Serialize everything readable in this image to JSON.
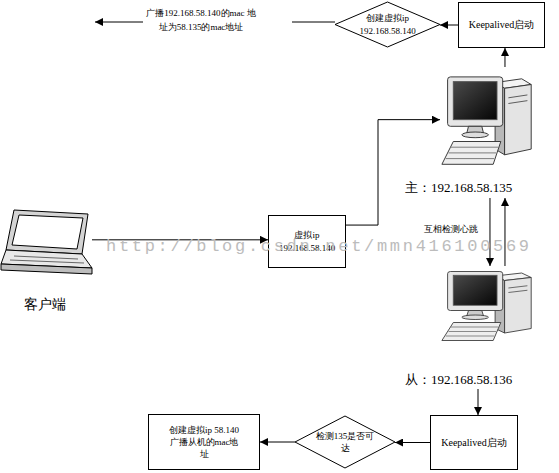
{
  "diagram": {
    "nodes": [
      {
        "text": [
          "创建虚拟ip 192.168.58.140"
        ]
      },
      {
        "text": [
          "Keepalived启动"
        ]
      },
      {
        "text": [
          "主：192.168.58.135"
        ]
      },
      {
        "text": [
          "客户端"
        ]
      },
      {
        "text": [
          "虚拟ip 192.168.58.140"
        ]
      },
      {
        "text": [
          "从：192.168.58.136"
        ]
      },
      {
        "text": [
          "创建虚拟ip 58.140 广播从机的mac地址"
        ]
      },
      {
        "text": [
          "检测135是否可达"
        ]
      },
      {
        "text": [
          "Keepalived启动"
        ]
      }
    ],
    "edges": [
      {
        "from": 1,
        "to": 0,
        "arrow": "to"
      },
      {
        "from": 2,
        "to": 1,
        "arrow": "to"
      },
      {
        "from": 3,
        "to": 4,
        "arrow": "to"
      },
      {
        "from": 4,
        "to": 2,
        "arrow": "to"
      },
      {
        "from": 2,
        "to": 5,
        "label": "互相检测心跳",
        "arrow": "to"
      },
      {
        "from": 5,
        "to": 2,
        "arrow": "to"
      },
      {
        "from": 5,
        "to": 8,
        "arrow": "to"
      },
      {
        "from": 8,
        "to": 7,
        "arrow": "to"
      },
      {
        "from": 7,
        "to": 6,
        "arrow": "to"
      }
    ],
    "labels": [
      "广播192.168.58.140的mac 地址为58.135的mac地址",
      "http://blog.csdn.net/mmn416100569"
    ]
  }
}
